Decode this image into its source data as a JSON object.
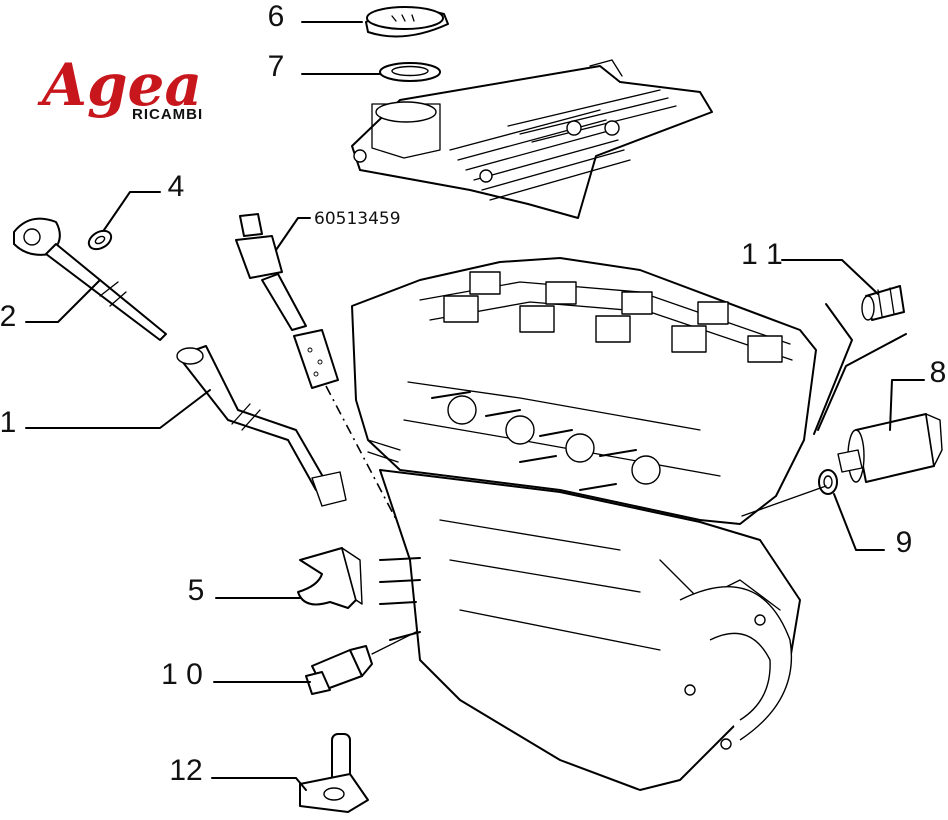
{
  "brand": {
    "name": "Agea",
    "subtitle": "RICAMBI",
    "color": "#c8161d"
  },
  "callouts": [
    {
      "id": "1",
      "label": "1"
    },
    {
      "id": "2",
      "label": "2"
    },
    {
      "id": "4",
      "label": "4"
    },
    {
      "id": "5",
      "label": "5"
    },
    {
      "id": "6",
      "label": "6"
    },
    {
      "id": "7",
      "label": "7"
    },
    {
      "id": "8",
      "label": "8"
    },
    {
      "id": "9",
      "label": "9"
    },
    {
      "id": "10",
      "label": "1 0"
    },
    {
      "id": "11",
      "label": "1 1"
    },
    {
      "id": "12",
      "label": "12"
    }
  ],
  "part_number": "60513459"
}
